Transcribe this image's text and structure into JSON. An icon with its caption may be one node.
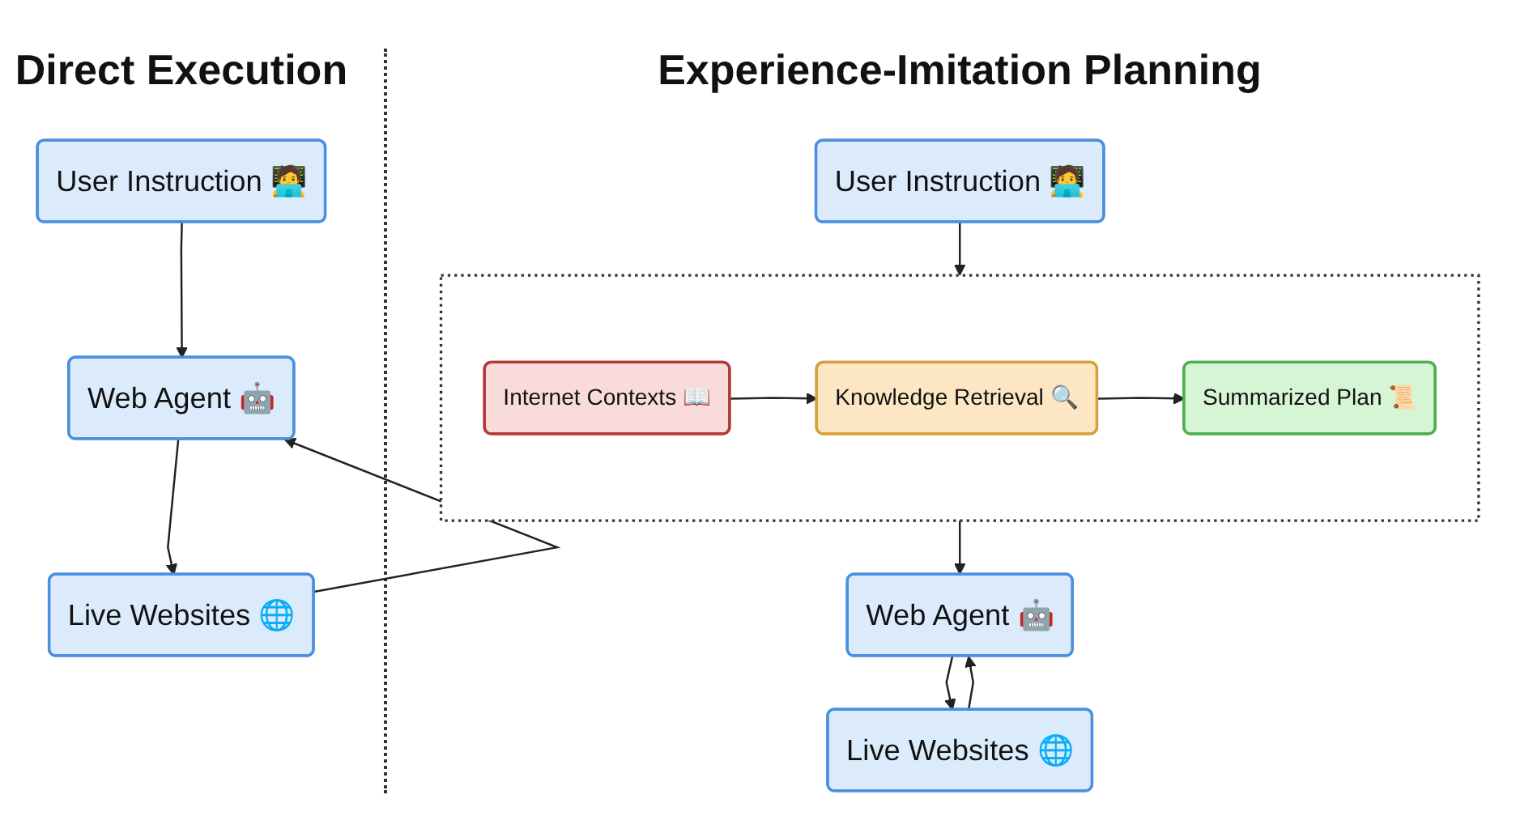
{
  "diagram": {
    "nodes": [
      {
        "text": [
          "User Instruction 🧑‍💻"
        ]
      },
      {
        "text": [
          "Web Agent 🤖"
        ]
      },
      {
        "text": [
          "Live Websites 🌐"
        ]
      },
      {
        "text": [
          "User Instruction 🧑‍💻"
        ]
      },
      {
        "text": [],
        "shape": "box"
      },
      {
        "text": [
          "Internet Contexts 📖"
        ],
        "in": 4
      },
      {
        "text": [
          "Knowledge Retrieval 🔍"
        ],
        "in": 4
      },
      {
        "text": [
          "Summarized Plan 📜"
        ],
        "in": 4
      },
      {
        "text": [
          "Web Agent 🤖"
        ]
      },
      {
        "text": [
          "Live Websites 🌐"
        ]
      }
    ],
    "edges": [
      {
        "from": 0,
        "to": 1,
        "arrow": "to"
      },
      {
        "from": 1,
        "to": 2,
        "arrow": "to"
      },
      {
        "from": 2,
        "to": 1,
        "arrow": "to"
      },
      {
        "from": 3,
        "to": 4,
        "arrow": "to"
      },
      {
        "from": 5,
        "to": 6,
        "arrow": "to"
      },
      {
        "from": 6,
        "to": 7,
        "arrow": "to"
      },
      {
        "from": 4,
        "to": 8,
        "arrow": "to"
      },
      {
        "from": 8,
        "to": 9,
        "arrow": "to"
      },
      {
        "from": 9,
        "to": 8,
        "arrow": "to"
      }
    ],
    "labels": [
      "Direct Execution",
      "Experience-Imitation Planning"
    ]
  }
}
